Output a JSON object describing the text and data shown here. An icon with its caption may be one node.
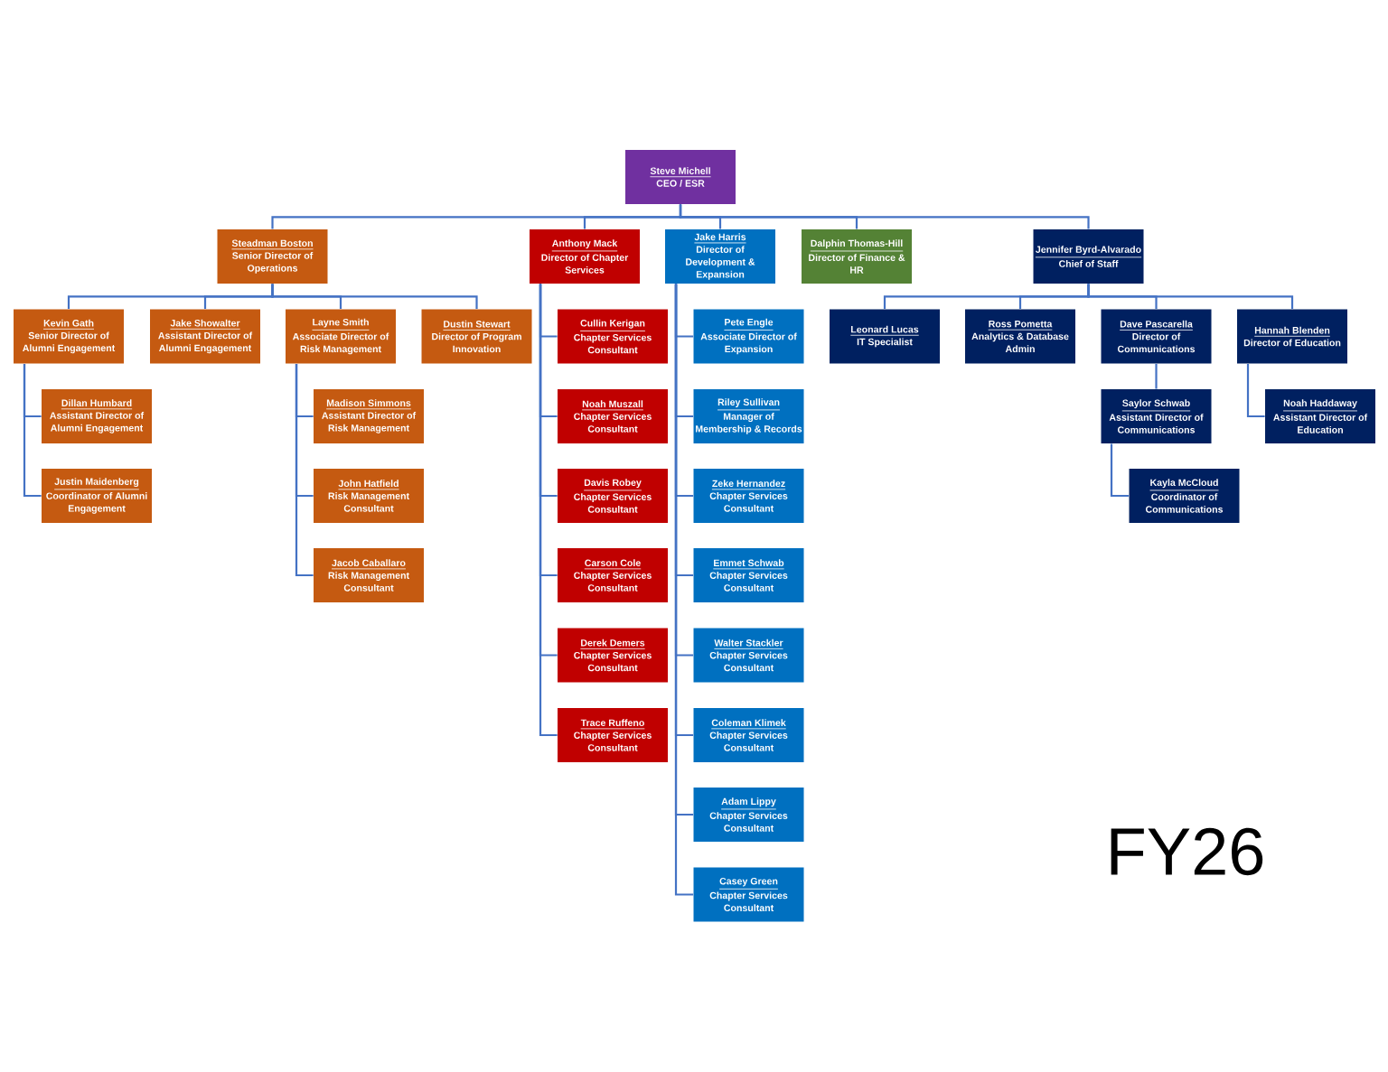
{
  "diagram": {
    "nodes": [
      {
        "text": [
          "Steve Michell",
          "CEO / ESR"
        ]
      },
      {
        "text": [
          "Steadman Boston",
          "Senior Director of Operations"
        ]
      },
      {
        "text": [
          "Anthony Mack",
          "Director of Chapter Services"
        ]
      },
      {
        "text": [
          "Jake Harris",
          "Director of Development & Expansion"
        ]
      },
      {
        "text": [
          "Dalphin Thomas-Hill",
          "Director of Finance & HR"
        ]
      },
      {
        "text": [
          "Jennifer Byrd-Alvarado",
          "Chief of Staff"
        ]
      },
      {
        "text": [
          "Kevin Gath",
          "Senior Director of Alumni Engagement"
        ]
      },
      {
        "text": [
          "Jake Showalter",
          "Assistant Director of Alumni Engagement"
        ]
      },
      {
        "text": [
          "Layne Smith",
          "Associate Director of Risk Management"
        ]
      },
      {
        "text": [
          "Dustin Stewart",
          "Director of Program Innovation"
        ]
      },
      {
        "text": [
          "Cullin Kerigan",
          "Chapter Services Consultant"
        ]
      },
      {
        "text": [
          "Pete Engle",
          "Associate Director of Expansion"
        ]
      },
      {
        "text": [
          "Leonard Lucas",
          "IT Specialist"
        ]
      },
      {
        "text": [
          "Ross Pometta",
          "Analytics & Database Admin"
        ]
      },
      {
        "text": [
          "Dave Pascarella",
          "Director of Communications"
        ]
      },
      {
        "text": [
          "Hannah Blenden",
          "Director of Education"
        ]
      },
      {
        "text": [
          "Dillan Humbard",
          "Assistant Director of Alumni Engagement"
        ]
      },
      {
        "text": [
          "Madison Simmons",
          "Assistant Director of Risk Management"
        ]
      },
      {
        "text": [
          "Noah Muszall",
          "Chapter Services Consultant"
        ]
      },
      {
        "text": [
          "Riley Sullivan",
          "Manager of Membership & Records"
        ]
      },
      {
        "text": [
          "Saylor Schwab",
          "Assistant Director of Communications"
        ]
      },
      {
        "text": [
          "Noah Haddaway",
          "Assistant Director of Education"
        ]
      },
      {
        "text": [
          "Justin Maidenberg",
          "Coordinator of Alumni Engagement"
        ]
      },
      {
        "text": [
          "John Hatfield",
          "Risk Management Consultant"
        ]
      },
      {
        "text": [
          "Davis Robey",
          "Chapter Services Consultant"
        ]
      },
      {
        "text": [
          "Zeke Hernandez",
          "Chapter Services Consultant"
        ]
      },
      {
        "text": [
          "Kayla McCloud",
          "Coordinator of Communications"
        ]
      },
      {
        "text": [
          "Jacob Caballaro",
          "Risk Management Consultant"
        ]
      },
      {
        "text": [
          "Carson Cole",
          "Chapter Services Consultant"
        ]
      },
      {
        "text": [
          "Emmet Schwab",
          "Chapter Services Consultant"
        ]
      },
      {
        "text": [
          "Derek Demers",
          "Chapter Services Consultant"
        ]
      },
      {
        "text": [
          "Walter Stackler",
          "Chapter Services Consultant"
        ]
      },
      {
        "text": [
          "Trace Ruffeno",
          "Chapter Services Consultant"
        ]
      },
      {
        "text": [
          "Coleman Klimek",
          "Chapter Services Consultant"
        ]
      },
      {
        "text": [
          "Adam Lippy",
          "Chapter Services Consultant"
        ]
      },
      {
        "text": [
          "Casey Green",
          "Chapter Services Consultant"
        ]
      }
    ],
    "edges": [
      {
        "from": 0,
        "to": 1,
        "arrow": "none"
      },
      {
        "from": 0,
        "to": 2,
        "arrow": "none"
      },
      {
        "from": 0,
        "to": 3,
        "arrow": "none"
      },
      {
        "from": 0,
        "to": 4,
        "arrow": "none"
      },
      {
        "from": 0,
        "to": 5,
        "arrow": "none"
      },
      {
        "from": 1,
        "to": 6,
        "arrow": "none"
      },
      {
        "from": 1,
        "to": 7,
        "arrow": "none"
      },
      {
        "from": 1,
        "to": 8,
        "arrow": "none"
      },
      {
        "from": 1,
        "to": 9,
        "arrow": "none"
      },
      {
        "from": 2,
        "to": 10,
        "arrow": "none"
      },
      {
        "from": 3,
        "to": 11,
        "arrow": "none"
      },
      {
        "from": 5,
        "to": 12,
        "arrow": "none"
      },
      {
        "from": 5,
        "to": 13,
        "arrow": "none"
      },
      {
        "from": 5,
        "to": 14,
        "arrow": "none"
      },
      {
        "from": 5,
        "to": 15,
        "arrow": "none"
      },
      {
        "from": 6,
        "to": 16,
        "arrow": "none"
      },
      {
        "from": 8,
        "to": 17,
        "arrow": "none"
      },
      {
        "from": 2,
        "to": 18,
        "arrow": "none"
      },
      {
        "from": 3,
        "to": 19,
        "arrow": "none"
      },
      {
        "from": 14,
        "to": 20,
        "arrow": "none"
      },
      {
        "from": 15,
        "to": 21,
        "arrow": "none"
      },
      {
        "from": 6,
        "to": 22,
        "arrow": "none"
      },
      {
        "from": 8,
        "to": 23,
        "arrow": "none"
      },
      {
        "from": 2,
        "to": 24,
        "arrow": "none"
      },
      {
        "from": 3,
        "to": 25,
        "arrow": "none"
      },
      {
        "from": 20,
        "to": 26,
        "arrow": "none"
      },
      {
        "from": 8,
        "to": 27,
        "arrow": "none"
      },
      {
        "from": 2,
        "to": 28,
        "arrow": "none"
      },
      {
        "from": 3,
        "to": 29,
        "arrow": "none"
      },
      {
        "from": 2,
        "to": 30,
        "arrow": "none"
      },
      {
        "from": 3,
        "to": 31,
        "arrow": "none"
      },
      {
        "from": 2,
        "to": 32,
        "arrow": "none"
      },
      {
        "from": 3,
        "to": 33,
        "arrow": "none"
      },
      {
        "from": 3,
        "to": 34,
        "arrow": "none"
      },
      {
        "from": 3,
        "to": 35,
        "arrow": "none"
      }
    ],
    "labels": [
      "FY26"
    ]
  }
}
